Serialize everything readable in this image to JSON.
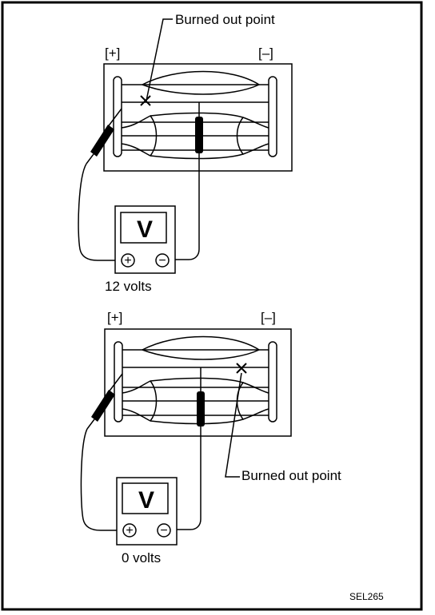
{
  "diagrams": [
    {
      "plus_label": "[+]",
      "minus_label": "[–]",
      "callout": "Burned out point",
      "meter_symbol": "V",
      "reading": "12 volts"
    },
    {
      "plus_label": "[+]",
      "minus_label": "[–]",
      "callout": "Burned out point",
      "meter_symbol": "V",
      "reading": "0 volts"
    }
  ],
  "figure_code": "SEL265"
}
